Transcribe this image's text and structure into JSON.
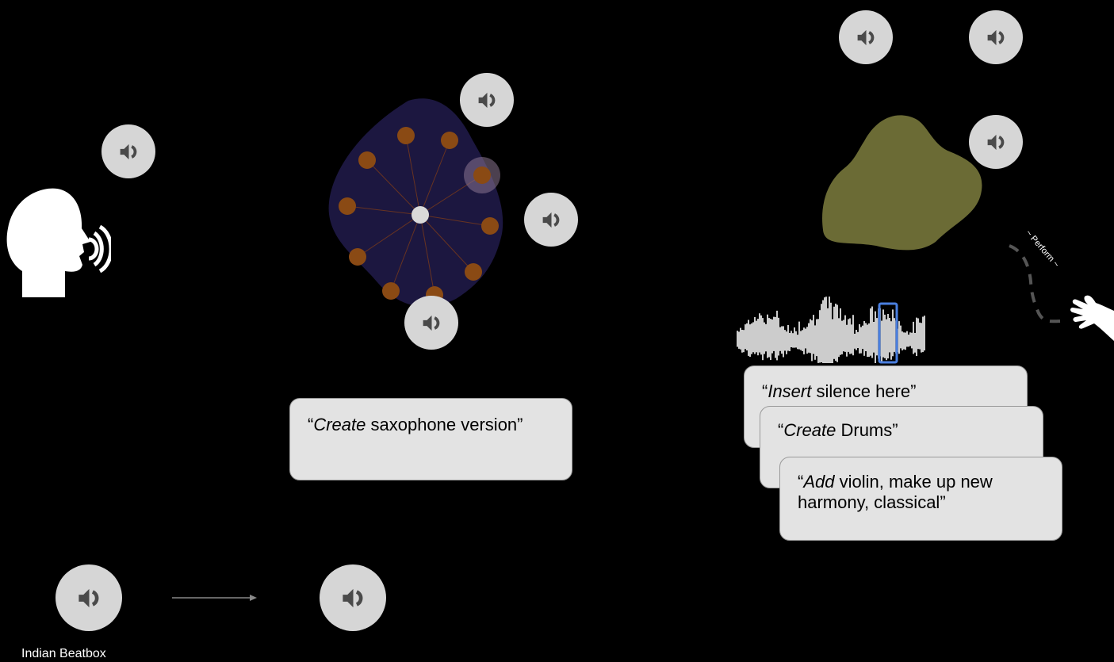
{
  "prompts": {
    "saxophone": {
      "verb": "Create",
      "rest": " saxophone version"
    },
    "insert": {
      "verb": "Insert",
      "rest": " silence here"
    },
    "drums": {
      "verb": "Create",
      "rest": " Drums"
    },
    "violin": {
      "verb": "Add",
      "rest": " violin, make up new harmony, classical"
    }
  },
  "open_quote": "“",
  "close_quote": "”",
  "caption": "Indian Beatbox",
  "perform_label": "~ Perform ~",
  "colors": {
    "background": "#000000",
    "speaker": "#d6d6d6",
    "bubble": "#e3e3e3",
    "blob_navy": "#1c1740",
    "blob_olive": "#6b6b35",
    "node_orange": "#8a4a14",
    "selection_blue": "#4a7fe0"
  },
  "icons": [
    "speaker-icon",
    "head-speaking-icon",
    "hand-icon",
    "waveform",
    "arrow-right"
  ]
}
